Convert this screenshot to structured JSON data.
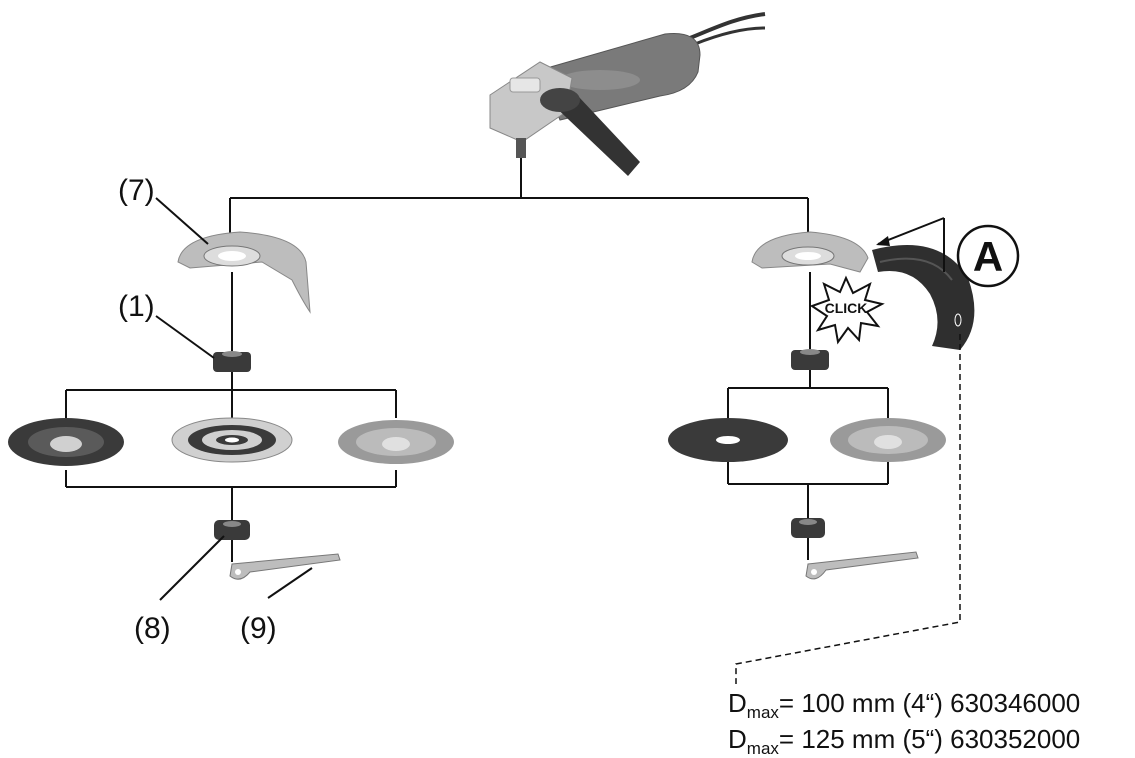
{
  "callouts": {
    "guard": "(7)",
    "support_flange": "(1)",
    "clamping_nut": "(8)",
    "spanner": "(9)"
  },
  "marker": {
    "letter": "A",
    "click_label": "CLICK"
  },
  "specs": [
    {
      "symbol": "D",
      "subscript": "max",
      "text": "= 100 mm (4“) 630346000"
    },
    {
      "symbol": "D",
      "subscript": "max",
      "text": "= 125 mm (5“) 630352000"
    }
  ],
  "colors": {
    "ink": "#111111",
    "tool_body": "#7a7a7a",
    "tool_head": "#c8c8c8",
    "disc_dark": "#3a3a3a",
    "disc_light": "#d0d0d0",
    "guard_light": "#bdbdbd"
  },
  "icons": {
    "tool": "angle-grinder-icon",
    "guard": "wheel-guard-icon",
    "cutting_guard": "cutting-guard-icon",
    "flange": "support-flange-icon",
    "nut": "clamping-nut-icon",
    "spanner": "two-hole-spanner-icon",
    "disc": "grinding-disc-icon"
  }
}
